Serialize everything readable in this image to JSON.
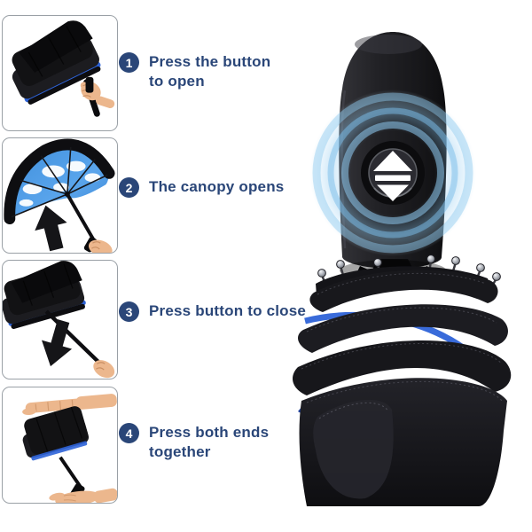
{
  "steps": [
    {
      "number": "1",
      "label": "Press the button\nto open"
    },
    {
      "number": "2",
      "label": "The canopy opens"
    },
    {
      "number": "3",
      "label": "Press button to close"
    },
    {
      "number": "4",
      "label": "Press both ends\ntogether"
    }
  ],
  "icons": {
    "open_close_button": "up-down-arrows",
    "step2_arrow": "up-arrow",
    "step3_arrow": "down-arrow"
  },
  "colors": {
    "step_accent_navy": "#2a4678",
    "button_glow_blue": "#8ec9ef",
    "canopy_trim_blue": "#2e63d8",
    "sky_canopy_blue": "#4a9ce8",
    "umbrella_black": "#141417",
    "skin_tone": "#ecb78d"
  }
}
